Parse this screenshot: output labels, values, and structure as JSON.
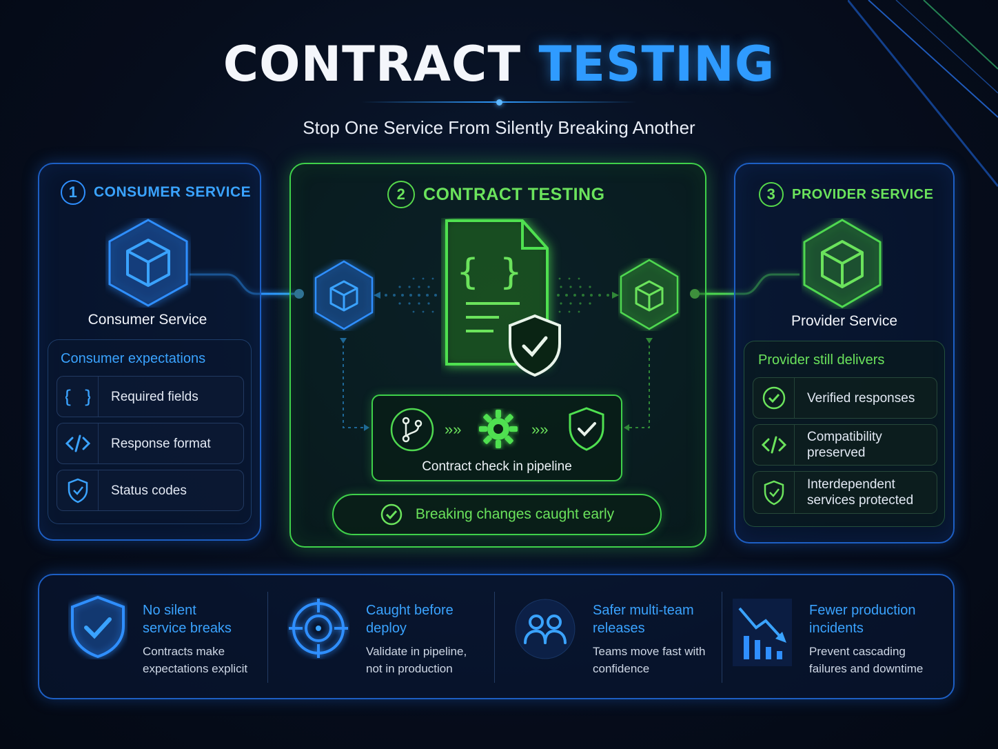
{
  "header": {
    "title_part1": "CONTRACT",
    "title_part2": "TESTING",
    "subtitle": "Stop One Service From Silently Breaking Another"
  },
  "consumer": {
    "step": "1",
    "heading": "CONSUMER SERVICE",
    "service_label": "Consumer Service",
    "expectations_title": "Consumer expectations",
    "items": [
      "Required fields",
      "Response format",
      "Status codes"
    ]
  },
  "contract": {
    "step": "2",
    "heading": "CONTRACT TESTING",
    "pipeline_label": "Contract check in pipeline",
    "result": "Breaking changes caught early"
  },
  "provider": {
    "step": "3",
    "heading": "PROVIDER SERVICE",
    "service_label": "Provider Service",
    "delivers_title": "Provider still delivers",
    "items": [
      {
        "line1": "Verified responses",
        "line2": ""
      },
      {
        "line1": "Compatibility",
        "line2": "preserved"
      },
      {
        "line1": "Interdependent",
        "line2": "services protected"
      }
    ]
  },
  "benefits": [
    {
      "title1": "No silent",
      "title2": "service breaks",
      "text1": "Contracts make",
      "text2": "expectations explicit",
      "icon": "shield-check-icon"
    },
    {
      "title1": "Caught before",
      "title2": "deploy",
      "text1": "Validate in pipeline,",
      "text2": "not in production",
      "icon": "target-icon"
    },
    {
      "title1": "Safer multi-team",
      "title2": "releases",
      "text1": "Teams move fast with",
      "text2": "confidence",
      "icon": "team-icon"
    },
    {
      "title1": "Fewer production",
      "title2": "incidents",
      "text1": "Prevent cascading",
      "text2": "failures and downtime",
      "icon": "declining-chart-icon"
    }
  ],
  "colors": {
    "blue_accent": "#2f9bff",
    "green_accent": "#3fd14a",
    "background": "#060d1c"
  }
}
